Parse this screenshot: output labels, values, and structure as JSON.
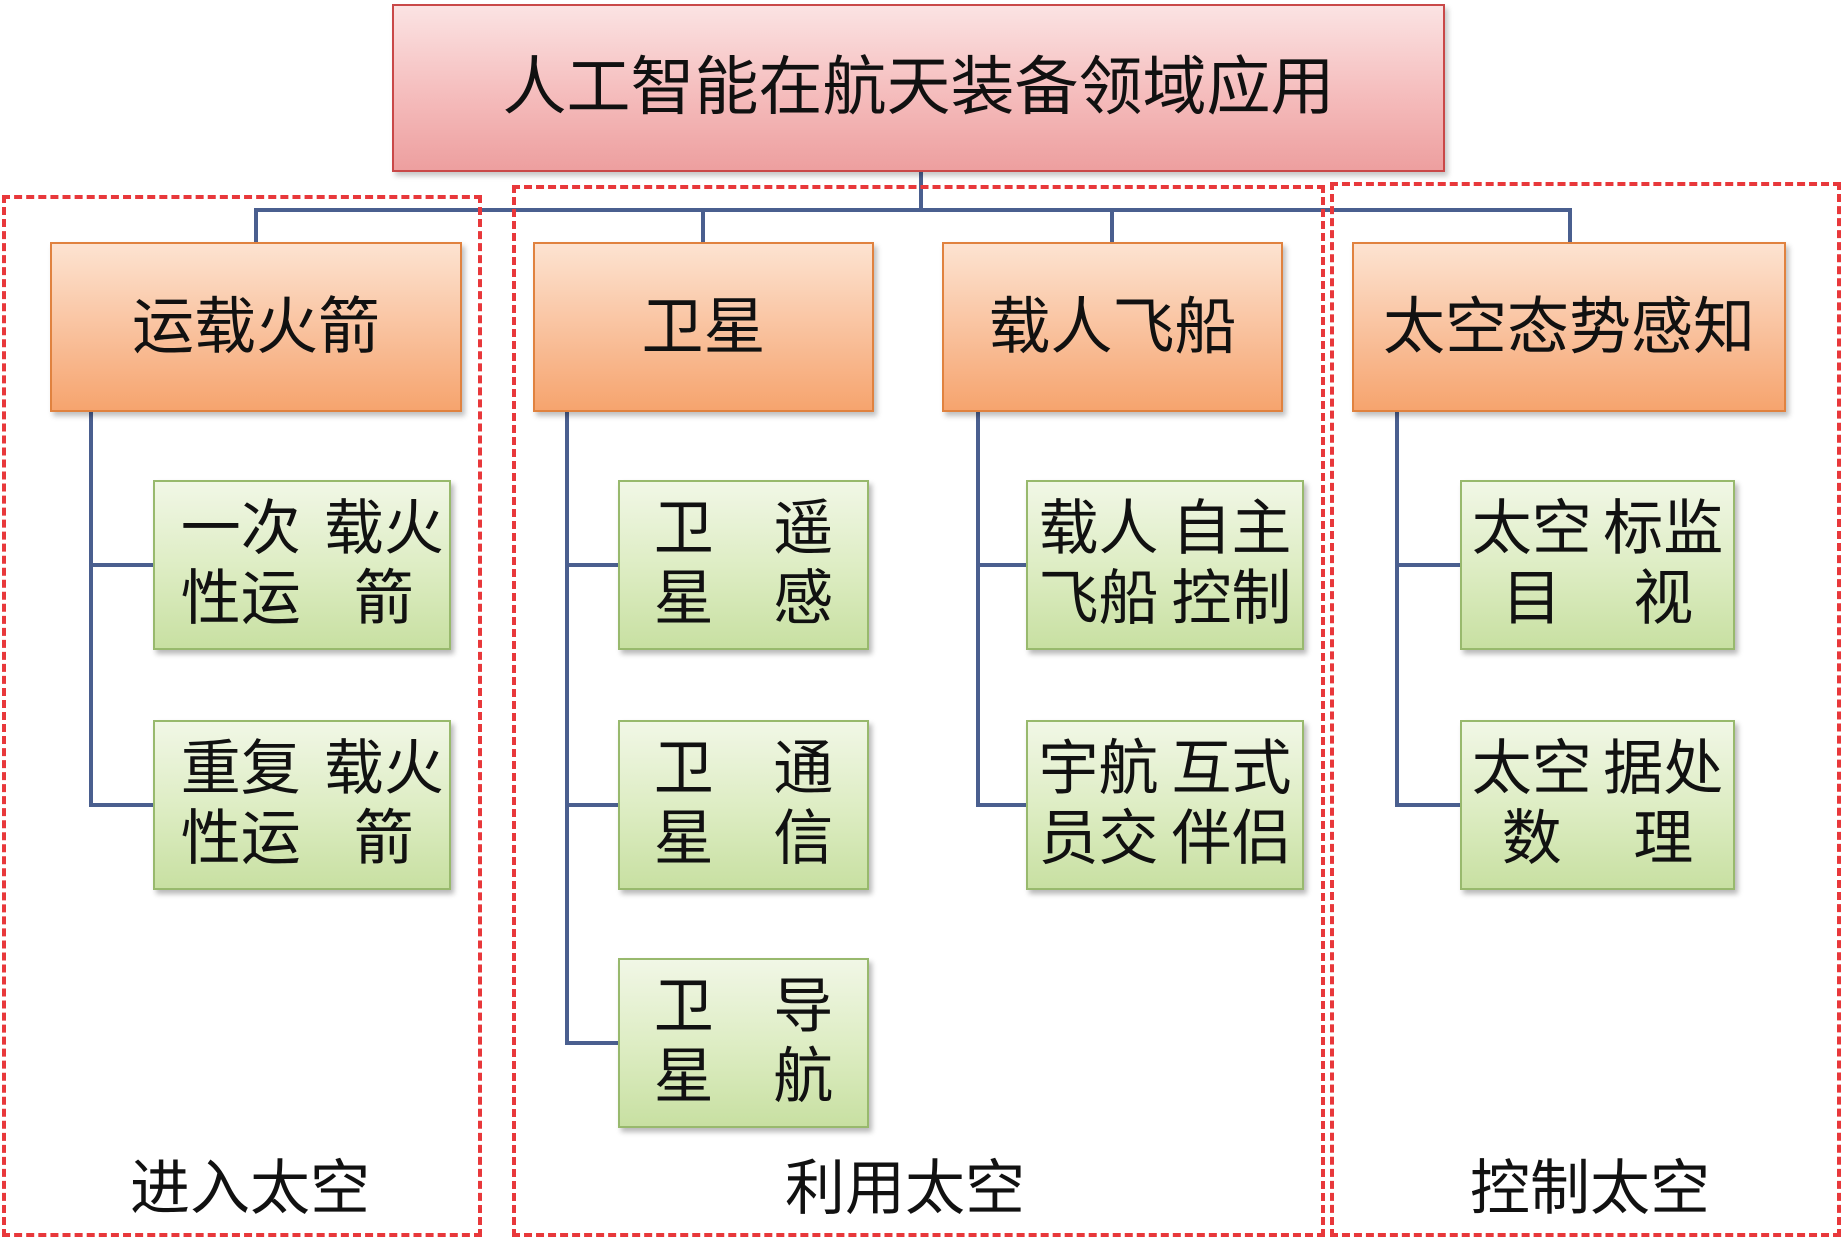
{
  "root": {
    "label": "人工智能在航天装备领域应用"
  },
  "categories": [
    {
      "label": "运载火箭",
      "children": [
        "一次性运载火箭",
        "重复性运载火箭"
      ]
    },
    {
      "label": "卫星",
      "children": [
        "卫星遥感",
        "卫星通信",
        "卫星导航"
      ]
    },
    {
      "label": "载人飞船",
      "children": [
        "载人飞船自主控制",
        "宇航员交互式伴侣"
      ]
    },
    {
      "label": "太空态势感知",
      "children": [
        "太空目标监视",
        "太空数据处理"
      ]
    }
  ],
  "regions": [
    {
      "label": "进入太空"
    },
    {
      "label": "利用太空"
    },
    {
      "label": "控制太空"
    }
  ],
  "colors": {
    "connector": "#4a5f8f",
    "region_border": "#e8383b",
    "root_fill": "#f5bcbc",
    "category_fill": "#f9c09b",
    "leaf_fill": "#dcecc1"
  }
}
